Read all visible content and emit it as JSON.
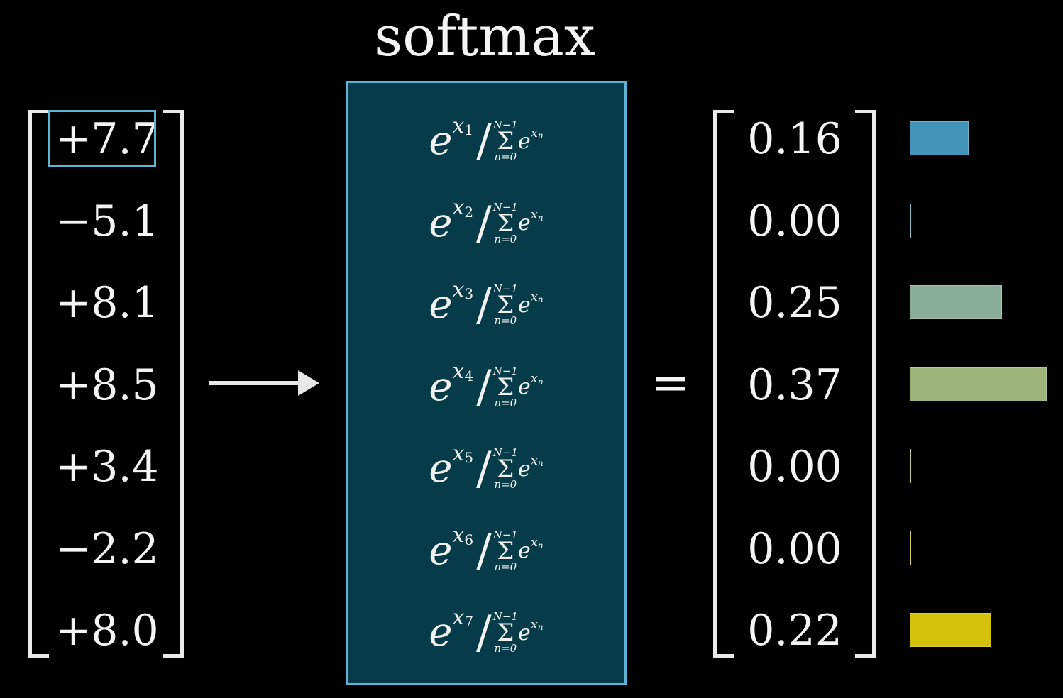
{
  "title": "softmax",
  "input_vector": [
    "+7.7",
    "−5.1",
    "+8.1",
    "+8.5",
    "+3.4",
    "−2.2",
    "+8.0"
  ],
  "highlighted_index": 0,
  "formula": {
    "base": "e",
    "exp_var": "x",
    "subscripts": [
      "1",
      "2",
      "3",
      "4",
      "5",
      "6",
      "7"
    ],
    "sum_upper": "N−1",
    "sum_lower": "n=0",
    "sum_symbol": "Σ",
    "sum_term_base": "e",
    "sum_term_exp": "x",
    "sum_term_sub": "n",
    "slash": "/"
  },
  "equals": "=",
  "output_vector": [
    "0.16",
    "0.00",
    "0.25",
    "0.37",
    "0.00",
    "0.00",
    "0.22"
  ],
  "bars": {
    "values": [
      0.16,
      0.0,
      0.25,
      0.37,
      0.0,
      0.0,
      0.22
    ],
    "max": 0.37,
    "colors": [
      "#4295b8",
      "#5fa6b7",
      "#88ad98",
      "#9cb37a",
      "#b3b95a",
      "#c4bd3a",
      "#d4c20a"
    ]
  },
  "colors": {
    "background": "#000000",
    "box_fill": "#063c4a",
    "box_border": "#5fb3d6",
    "highlight": "#5fb3d6",
    "text": "#f2f2f2"
  }
}
